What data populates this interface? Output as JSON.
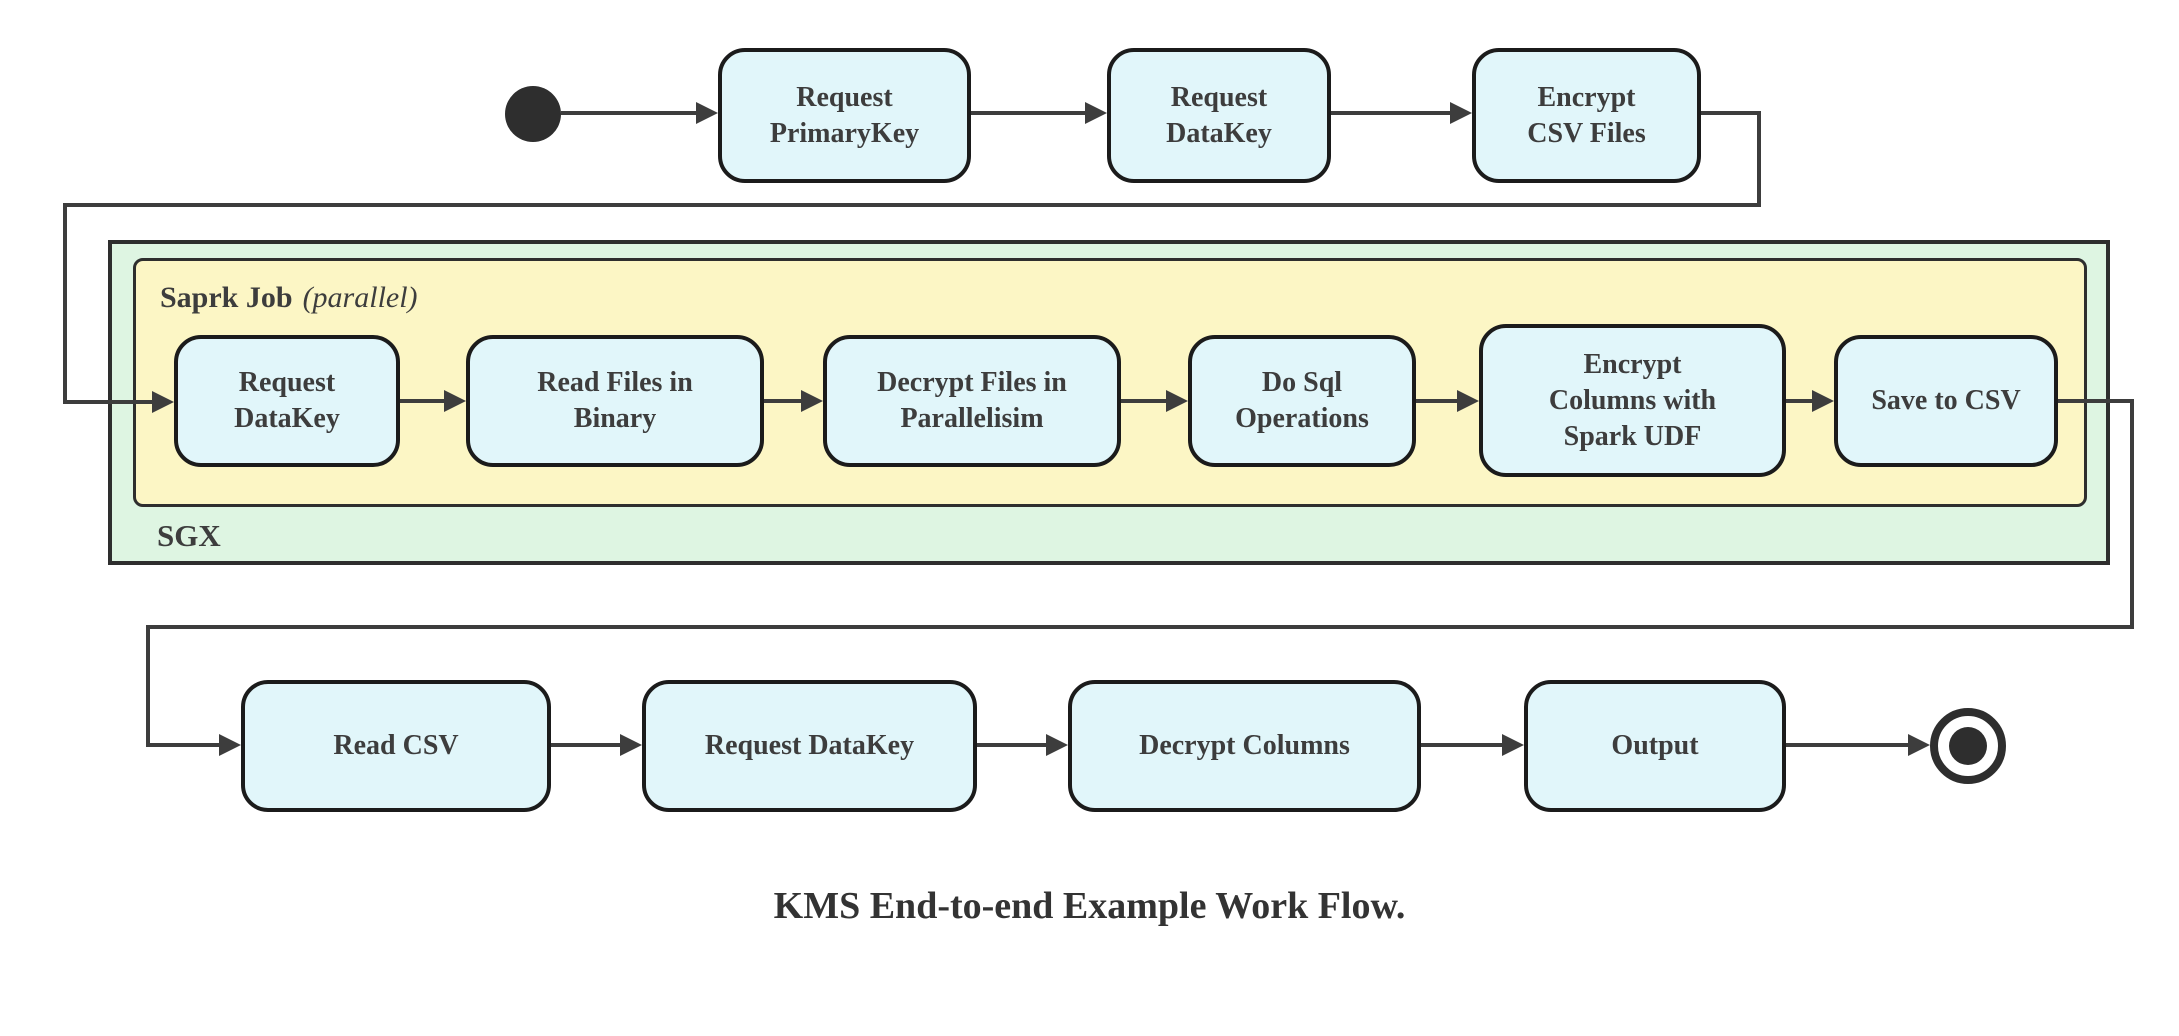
{
  "caption": "KMS End-to-end Example Work Flow.",
  "containers": {
    "sgx": {
      "label": "SGX"
    },
    "spark": {
      "title": "Saprk Job",
      "annotation": "(parallel)"
    }
  },
  "nodes": {
    "top": [
      {
        "label": "Request\nPrimaryKey"
      },
      {
        "label": "Request\nDataKey"
      },
      {
        "label": "Encrypt\nCSV Files"
      }
    ],
    "middle": [
      {
        "label": "Request\nDataKey"
      },
      {
        "label": "Read Files in\nBinary"
      },
      {
        "label": "Decrypt Files in\nParallelisim"
      },
      {
        "label": "Do Sql\nOperations"
      },
      {
        "label": "Encrypt\nColumns with\nSpark UDF"
      },
      {
        "label": "Save to CSV"
      }
    ],
    "bottom": [
      {
        "label": "Read CSV"
      },
      {
        "label": "Request DataKey"
      },
      {
        "label": "Decrypt Columns"
      },
      {
        "label": "Output"
      }
    ]
  },
  "colors": {
    "node_fill": "#e1f6fa",
    "node_border": "#1b1b1b",
    "sgx_fill": "#def5e2",
    "spark_fill": "#fcf6c5",
    "container_border": "#2e2e2e",
    "edge": "#3d3d3d",
    "start_end_fill": "#2e2e2e",
    "text": "#3d3d3d"
  }
}
